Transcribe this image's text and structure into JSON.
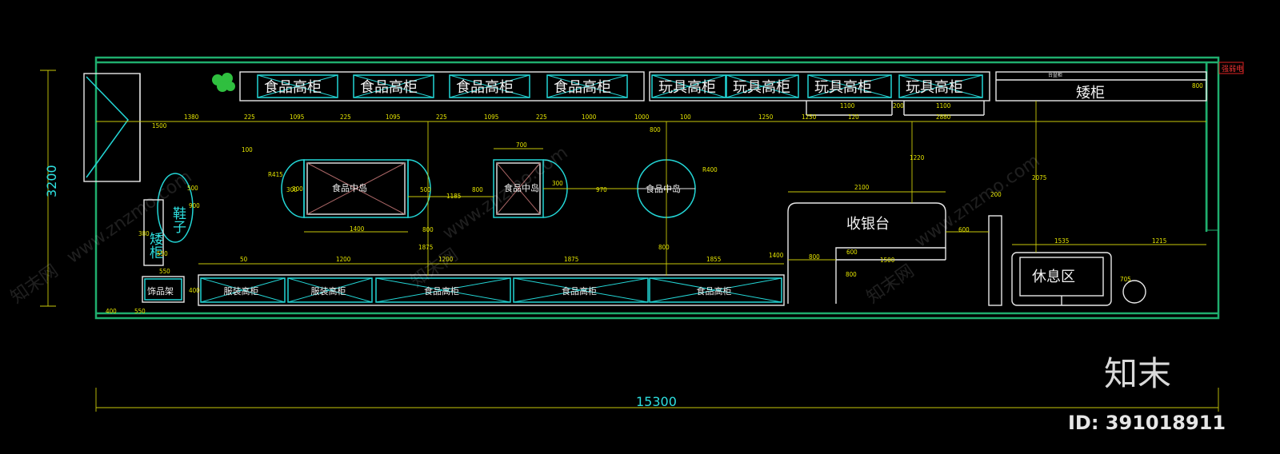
{
  "plan": {
    "tall_cabinets": [
      "食品高柜",
      "食品高柜",
      "食品高柜",
      "食品高柜",
      "玩具高柜",
      "玩具高柜",
      "玩具高柜",
      "玩具高柜"
    ],
    "low_cabinet": "矮柜",
    "tag_top_right": "强弱电",
    "tag_top_small": "台盆柜",
    "islands": [
      "食品中岛",
      "食品中岛",
      "食品中岛"
    ],
    "cashier": "收银台",
    "rest_area": "休息区",
    "shoe_rack": "鞋子",
    "left_low_cabinet": "矮柜",
    "deco_rack": "饰品架",
    "bottom_cabinets": [
      "服装高柜",
      "服装高柜",
      "食品高柜",
      "食品高柜",
      "食品高柜"
    ],
    "dims_top": [
      "1380",
      "225",
      "1095",
      "225",
      "1095",
      "225",
      "1095",
      "225",
      "1000",
      "1000",
      "100",
      "1250",
      "1250",
      "120",
      "2880"
    ],
    "dims_sub": [
      "1100",
      "200",
      "1100"
    ],
    "dims_misc": [
      "1500",
      "300",
      "100",
      "800",
      "500",
      "R415",
      "300",
      "800",
      "1185",
      "800",
      "300",
      "970",
      "R400",
      "700",
      "1400",
      "1220",
      "2075",
      "2100",
      "200",
      "600",
      "800",
      "600",
      "1500",
      "1400",
      "1535",
      "1215",
      "800",
      "705",
      "400",
      "500",
      "900",
      "380",
      "550",
      "550",
      "400",
      "550",
      "50",
      "1200",
      "1200",
      "1875",
      "1855",
      "1875",
      "800",
      "800",
      "400"
    ],
    "overall_height": "3200",
    "overall_width": "15300"
  },
  "watermark": {
    "site": "www.znzmo.com",
    "cn": "知末网",
    "brand": "知末",
    "id": "ID: 391018911"
  },
  "colors": {
    "wall": "#1fae6e",
    "cyan": "#23d6d6",
    "dimension": "#e6e600",
    "line": "#e8e8e8"
  }
}
